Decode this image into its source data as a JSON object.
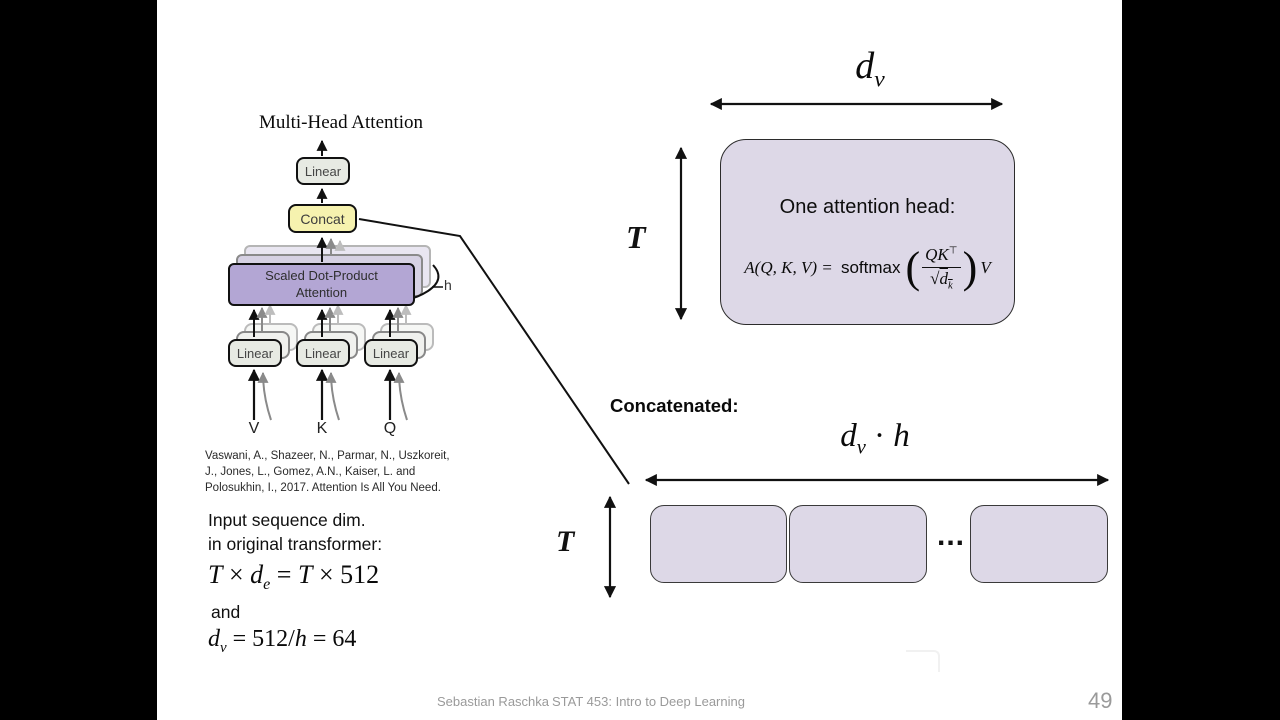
{
  "colors": {
    "bar_bg": "#000000",
    "slide_bg": "#ffffff",
    "sdpa_fill": "#b3a6d4",
    "head_fill": "#ddd8e7",
    "concat_fill": "#f6f2af",
    "linear_fill": "#e7eae3",
    "footer_text": "#9a9a9a"
  },
  "diagram": {
    "title": "Multi-Head Attention",
    "linear_top_label": "Linear",
    "concat_label": "Concat",
    "sdpa_line1": "Scaled Dot-Product",
    "sdpa_line2": "Attention",
    "h_label": "h",
    "linear_bottom_labels": [
      "Linear",
      "Linear",
      "Linear"
    ],
    "input_labels": [
      "V",
      "K",
      "Q"
    ],
    "citation_lines": [
      "Vaswani, A., Shazeer, N., Parmar, N., Uszkoreit,",
      "J., Jones, L., Gomez, A.N., Kaiser, L. and",
      "Polosukhin, I., 2017. Attention Is All You Need."
    ]
  },
  "notes": {
    "line1": "Input sequence dim.",
    "line2": "in original transformer:",
    "formula1": {
      "var1": "T",
      "op1": " × ",
      "var2": "d",
      "sub": "e",
      "mid": " = ",
      "var3": "T",
      "end": " × 512"
    },
    "and_text": "and",
    "formula2": {
      "var1": "d",
      "sub": "v",
      "mid": " = 512/",
      "var2": "h",
      "end": " = 64"
    }
  },
  "head": {
    "dv_base": "d",
    "dv_sub": "v",
    "t_label": "T",
    "box_title": "One attention head:",
    "formula": {
      "lhs": "A(Q, K, V) = ",
      "softmax": "softmax",
      "num_base": "QK",
      "num_sup": "⊤",
      "den_rad": "√",
      "den_base": "d",
      "den_sub": "k",
      "rhs": "V"
    }
  },
  "concat_section": {
    "label": "Concatenated:",
    "dvh_base": "d",
    "dvh_sub": "v",
    "dvh_dot": " · ",
    "dvh_h": "h",
    "t_label": "T",
    "dots": "..."
  },
  "footer": {
    "author": "Sebastian Raschka",
    "course": "STAT 453: Intro to Deep Learning",
    "page": "49"
  }
}
